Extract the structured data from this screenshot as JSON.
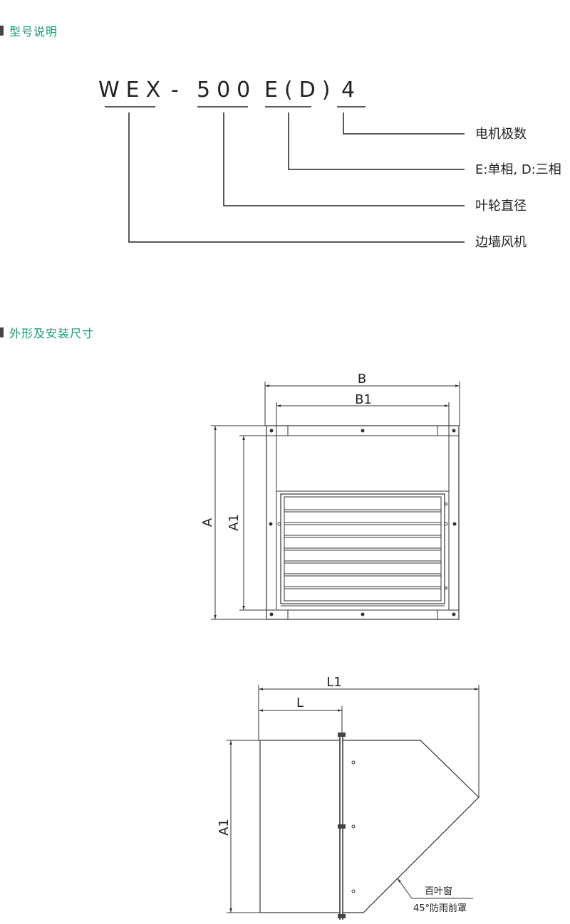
{
  "sections": {
    "model": {
      "title": "型号说明"
    },
    "dimensions": {
      "title": "外形及安装尺寸"
    }
  },
  "model_code": {
    "parts": [
      "WEX",
      "-",
      "500",
      "E(D)",
      "4"
    ]
  },
  "legend": {
    "poles": "电机极数",
    "phase": "E:单相, D:三相",
    "impeller": "叶轮直径",
    "fan_type": "边墙风机"
  },
  "front_view": {
    "dim_b": "B",
    "dim_b1": "B1",
    "dim_a": "A",
    "dim_a1": "A1"
  },
  "side_view": {
    "dim_l1": "L1",
    "dim_l": "L",
    "dim_a1": "A1",
    "callout_line1": "百叶窗",
    "callout_line2": "45°防雨前罩"
  },
  "colors": {
    "accent": "#1a9a6e",
    "line": "#222222"
  }
}
